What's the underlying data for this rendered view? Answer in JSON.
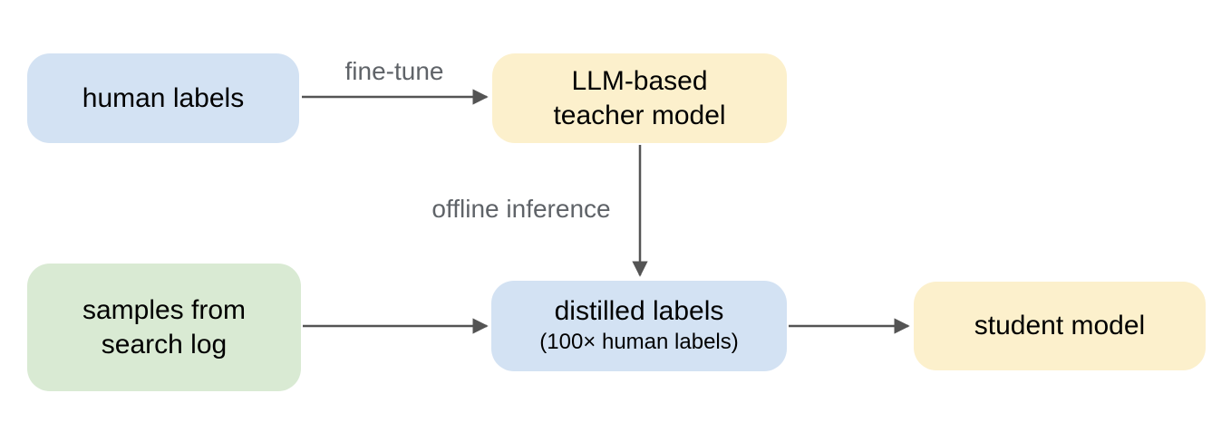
{
  "diagram": {
    "boxes": {
      "human_labels": {
        "label": "human labels",
        "color": "#d3e2f3"
      },
      "teacher_model": {
        "label_line1": "LLM-based",
        "label_line2": "teacher model",
        "color": "#fcf0cc"
      },
      "samples": {
        "label_line1": "samples from",
        "label_line2": "search log",
        "color": "#d9ead3"
      },
      "distilled_labels": {
        "label": "distilled labels",
        "sublabel": "(100× human labels)",
        "color": "#d3e2f3"
      },
      "student_model": {
        "label": "student model",
        "color": "#fcf0cc"
      }
    },
    "edges": {
      "fine_tune": {
        "from": "human labels",
        "to": "LLM-based teacher model",
        "label": "fine-tune"
      },
      "offline_inference": {
        "from": "LLM-based teacher model",
        "to": "distilled labels",
        "label": "offline inference"
      },
      "samples_to_distilled": {
        "from": "samples from search log",
        "to": "distilled labels",
        "label": ""
      },
      "distilled_to_student": {
        "from": "distilled labels",
        "to": "student model",
        "label": ""
      }
    },
    "colors": {
      "background": "#ffffff",
      "arrow": "#545454",
      "edge_label": "#5f6368",
      "box_text": "#000000"
    }
  }
}
